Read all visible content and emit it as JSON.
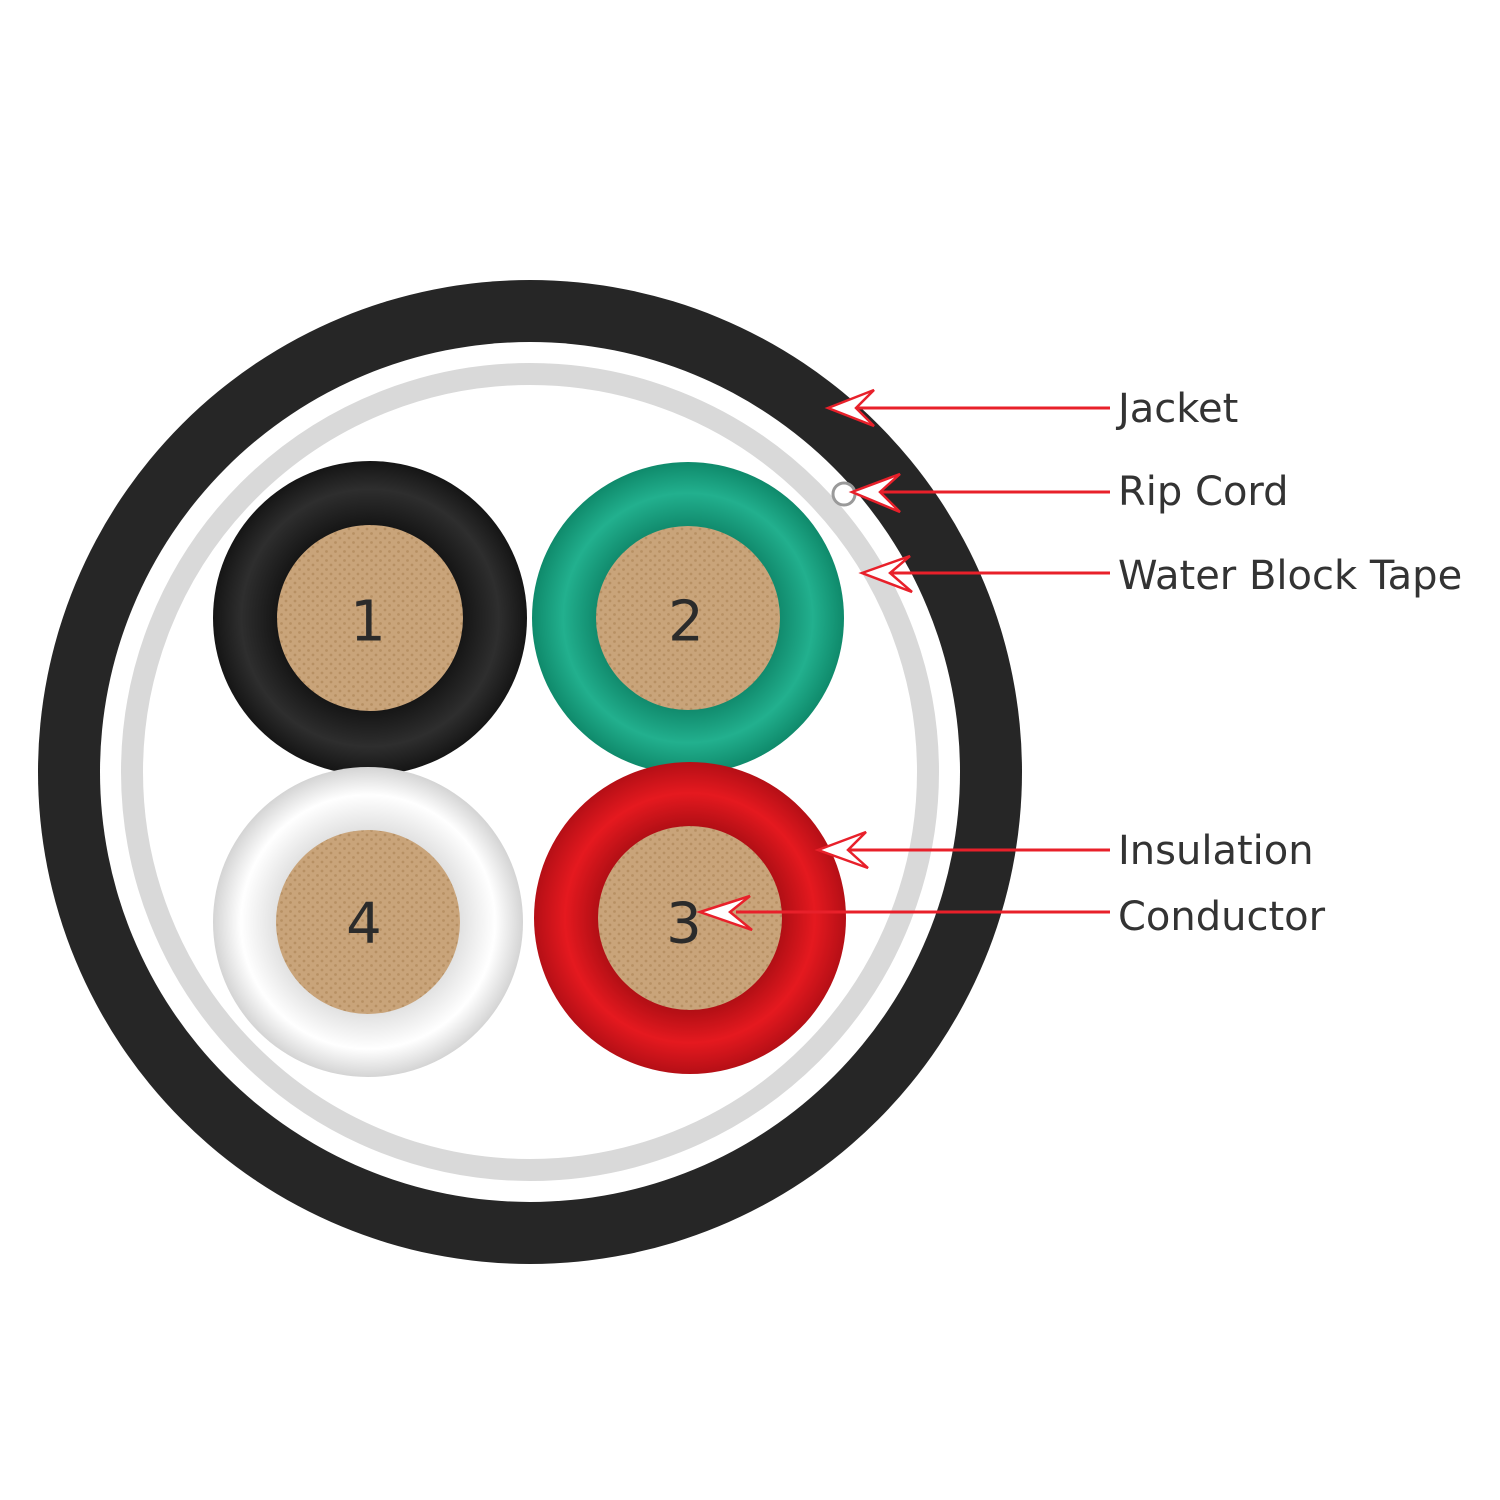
{
  "labels": {
    "jacket": "Jacket",
    "rip_cord": "Rip Cord",
    "water_block_tape": "Water Block Tape",
    "insulation": "Insulation",
    "conductor": "Conductor"
  },
  "conductors": [
    {
      "number": "1",
      "insulation_color": "#1e1e1e"
    },
    {
      "number": "2",
      "insulation_color": "#1aa382"
    },
    {
      "number": "3",
      "insulation_color": "#d7141c"
    },
    {
      "number": "4",
      "insulation_color": "#f2f2f2"
    }
  ],
  "colors": {
    "jacket": "#262626",
    "water_block_tape": "#d9d9d9",
    "conductor_copper": "#c9a47a",
    "pointer": "#e8202a"
  }
}
